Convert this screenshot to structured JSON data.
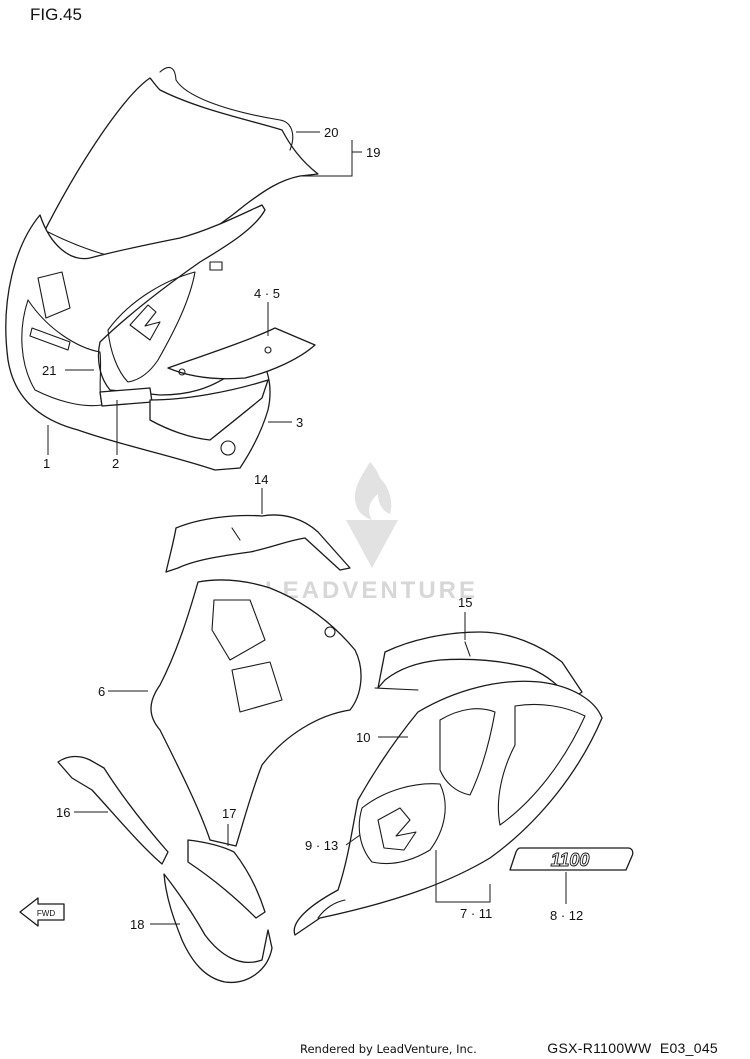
{
  "figure": {
    "title": "FIG.45"
  },
  "callouts": [
    {
      "id": "c20",
      "label": "20"
    },
    {
      "id": "c19",
      "label": "19"
    },
    {
      "id": "c4-5",
      "label": "4 · 5"
    },
    {
      "id": "c21",
      "label": "21"
    },
    {
      "id": "c3",
      "label": "3"
    },
    {
      "id": "c1",
      "label": "1"
    },
    {
      "id": "c2",
      "label": "2"
    },
    {
      "id": "c14",
      "label": "14"
    },
    {
      "id": "c15",
      "label": "15"
    },
    {
      "id": "c6",
      "label": "6"
    },
    {
      "id": "c10",
      "label": "10"
    },
    {
      "id": "c16",
      "label": "16"
    },
    {
      "id": "c17",
      "label": "17"
    },
    {
      "id": "c9-13",
      "label": "9 · 13"
    },
    {
      "id": "c7-11",
      "label": "7 · 11"
    },
    {
      "id": "c8-12",
      "label": "8 · 12"
    },
    {
      "id": "c18",
      "label": "18"
    }
  ],
  "decal": {
    "text": "1100"
  },
  "direction_arrow": {
    "label": "FWD",
    "icon": "arrow-forward-icon"
  },
  "watermark": {
    "text": "LEADVENTURE",
    "icon": "flame-logo-icon"
  },
  "footer": {
    "credit": "Rendered by LeadVenture, Inc.",
    "code": "GSX-R1100WW  E03_045"
  }
}
